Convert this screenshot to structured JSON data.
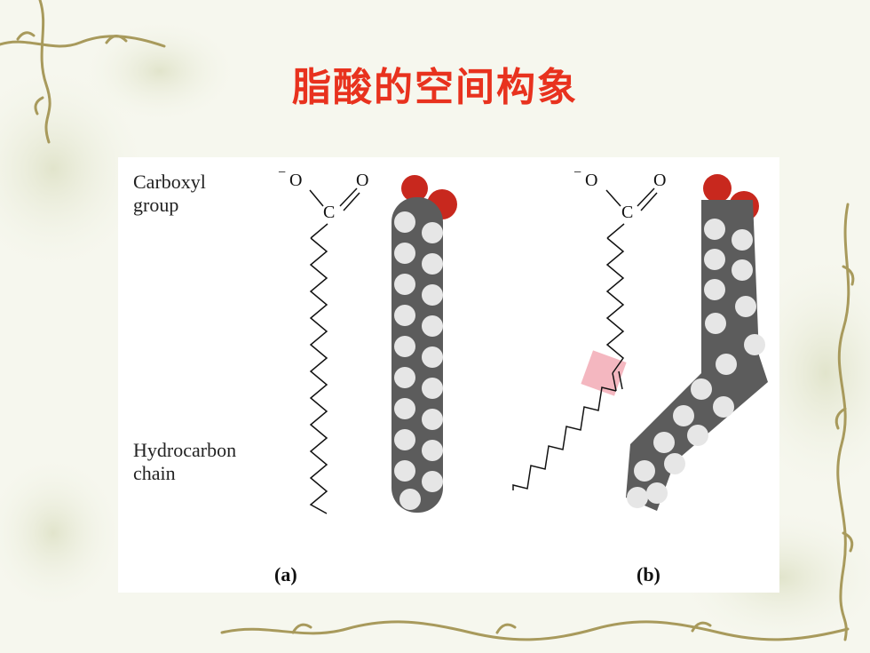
{
  "slide": {
    "title": "脂酸的空间构象",
    "colors": {
      "title": "#e8321e",
      "vine": "#a89a5c",
      "oxygen": "#c8281e",
      "carbon": "#6e6e6e",
      "hydrogen": "#e6e6e6",
      "double_bond_highlight": "#f4b7c0"
    }
  },
  "figure": {
    "labels": {
      "carboxyl": [
        "Carboxyl",
        "group"
      ],
      "hydrocarbon": [
        "Hydrocarbon",
        "chain"
      ]
    },
    "atoms": {
      "o_minus": "O",
      "minus": "−",
      "o": "O",
      "c": "C"
    },
    "captions": {
      "a": "(a)",
      "b": "(b)"
    }
  }
}
